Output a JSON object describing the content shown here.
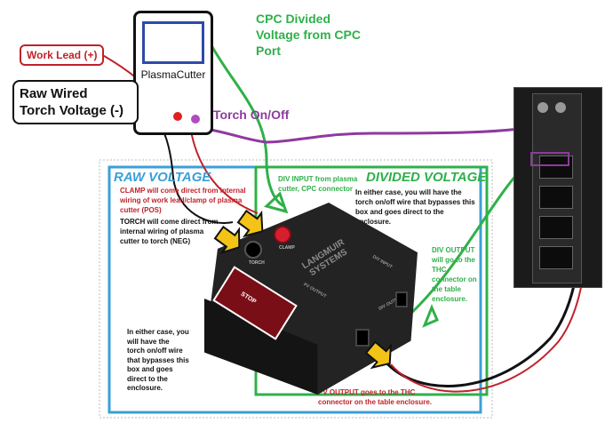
{
  "plasma": {
    "label": "PlasmaCutter"
  },
  "labels": {
    "work_lead": "Work Lead (+)",
    "raw_wired": "Raw Wired\nTorch Voltage (-)",
    "torch_onoff": "Torch On/Off",
    "cpc_divided": "CPC Divided\nVoltage from CPC\nPort"
  },
  "raw_panel": {
    "title": "RAW VOLTAGE",
    "clamp_note": "CLAMP will come direct from internal\nwiring of work lead/clamp of plasma\ncutter (POS)",
    "torch_note": "TORCH will come direct from\ninternal wiring of plasma\ncutter to torch (NEG)",
    "bypass_note": "In either case, you\nwill have the\ntorch on/off wire\nthat bypasses this\nbox and goes\ndirect to the\nenclosure."
  },
  "div_panel": {
    "title": "DIVIDED VOLTAGE",
    "div_input": "DIV INPUT from plasma\ncutter, CPC connector",
    "bypass_note": "In either case, you will have the\ntorch on/off wire that bypasses this\nbox and goes direct to the\nenclosure.",
    "div_output": "DIV OUTPUT\nwill go to the\nTHC\nconnector on\nthe table\nenclosure.",
    "pv_output": "PV OUTPUT goes to the THC\nconnector on the table enclosure."
  },
  "box": {
    "brand": "LANGMUIR\nSYSTEMS",
    "torch_label": "TORCH",
    "clamp_label": "CLAMP",
    "div_input_label": "DIV INPUT",
    "div_output_label": "DIV OUTPUT",
    "pv_output_label": "PV OUTPUT",
    "stop_label": "STOP"
  },
  "colors": {
    "work_lead": "#c0222a",
    "torch_onoff": "#8e3a9e",
    "cpc": "#2fb04a",
    "raw_border": "#3aa0d8",
    "div_border": "#2fb04a"
  }
}
